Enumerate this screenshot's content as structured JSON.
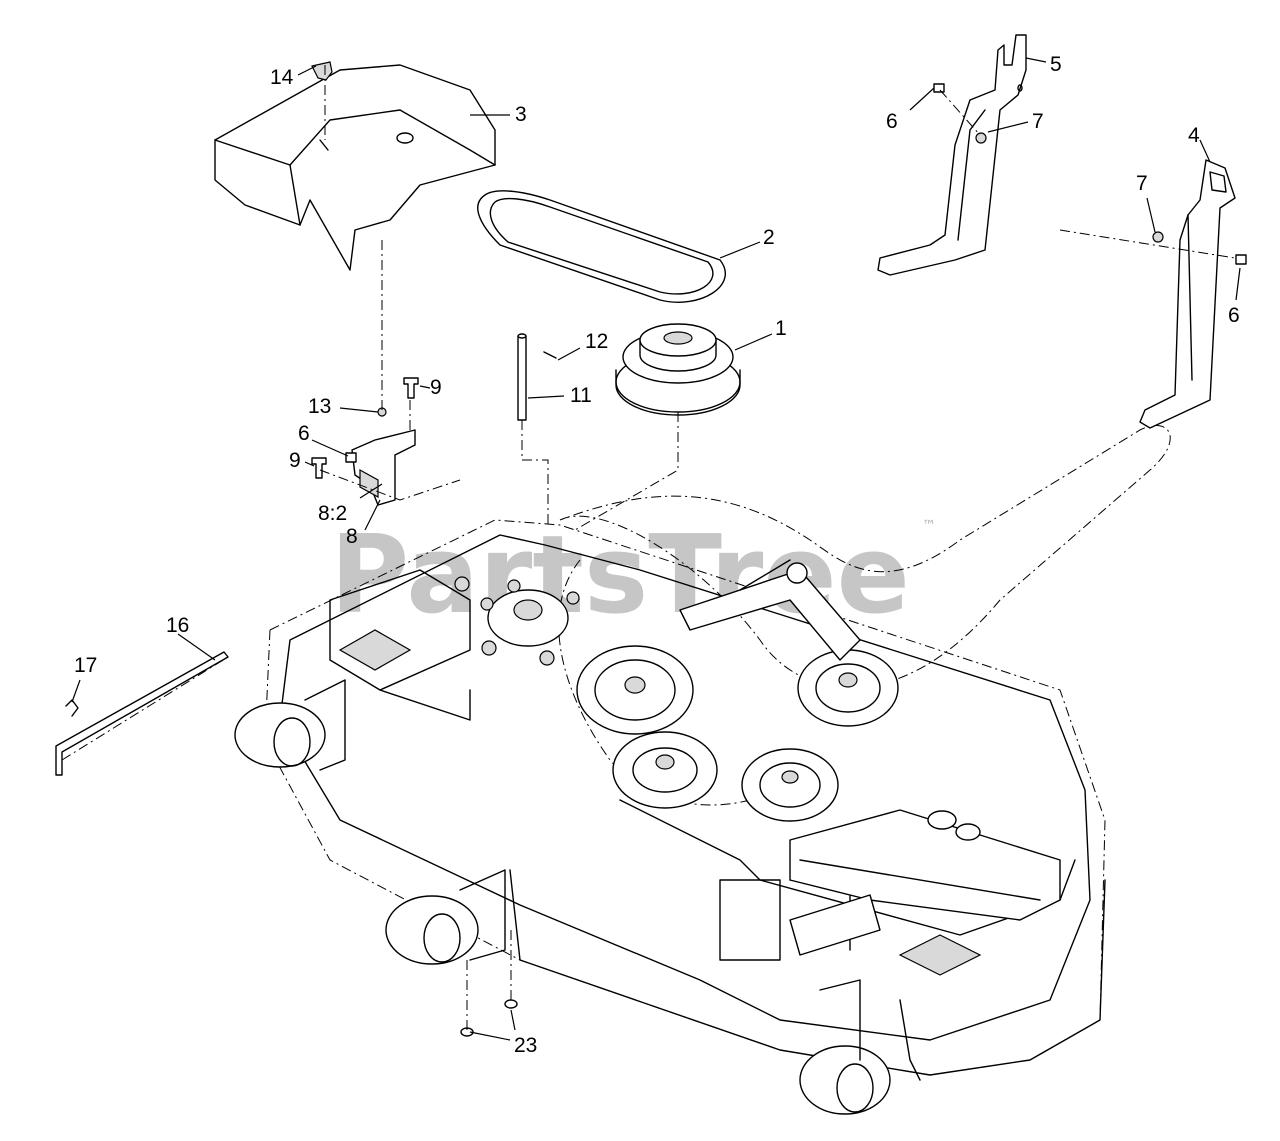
{
  "watermark": {
    "text": "PartsTree",
    "trademark": "™"
  },
  "callouts": [
    "14",
    "3",
    "2",
    "1",
    "12",
    "11",
    "9",
    "13",
    "6",
    "9",
    "8:2",
    "8",
    "5",
    "6",
    "7",
    "4",
    "7",
    "6",
    "16",
    "17",
    "23"
  ]
}
